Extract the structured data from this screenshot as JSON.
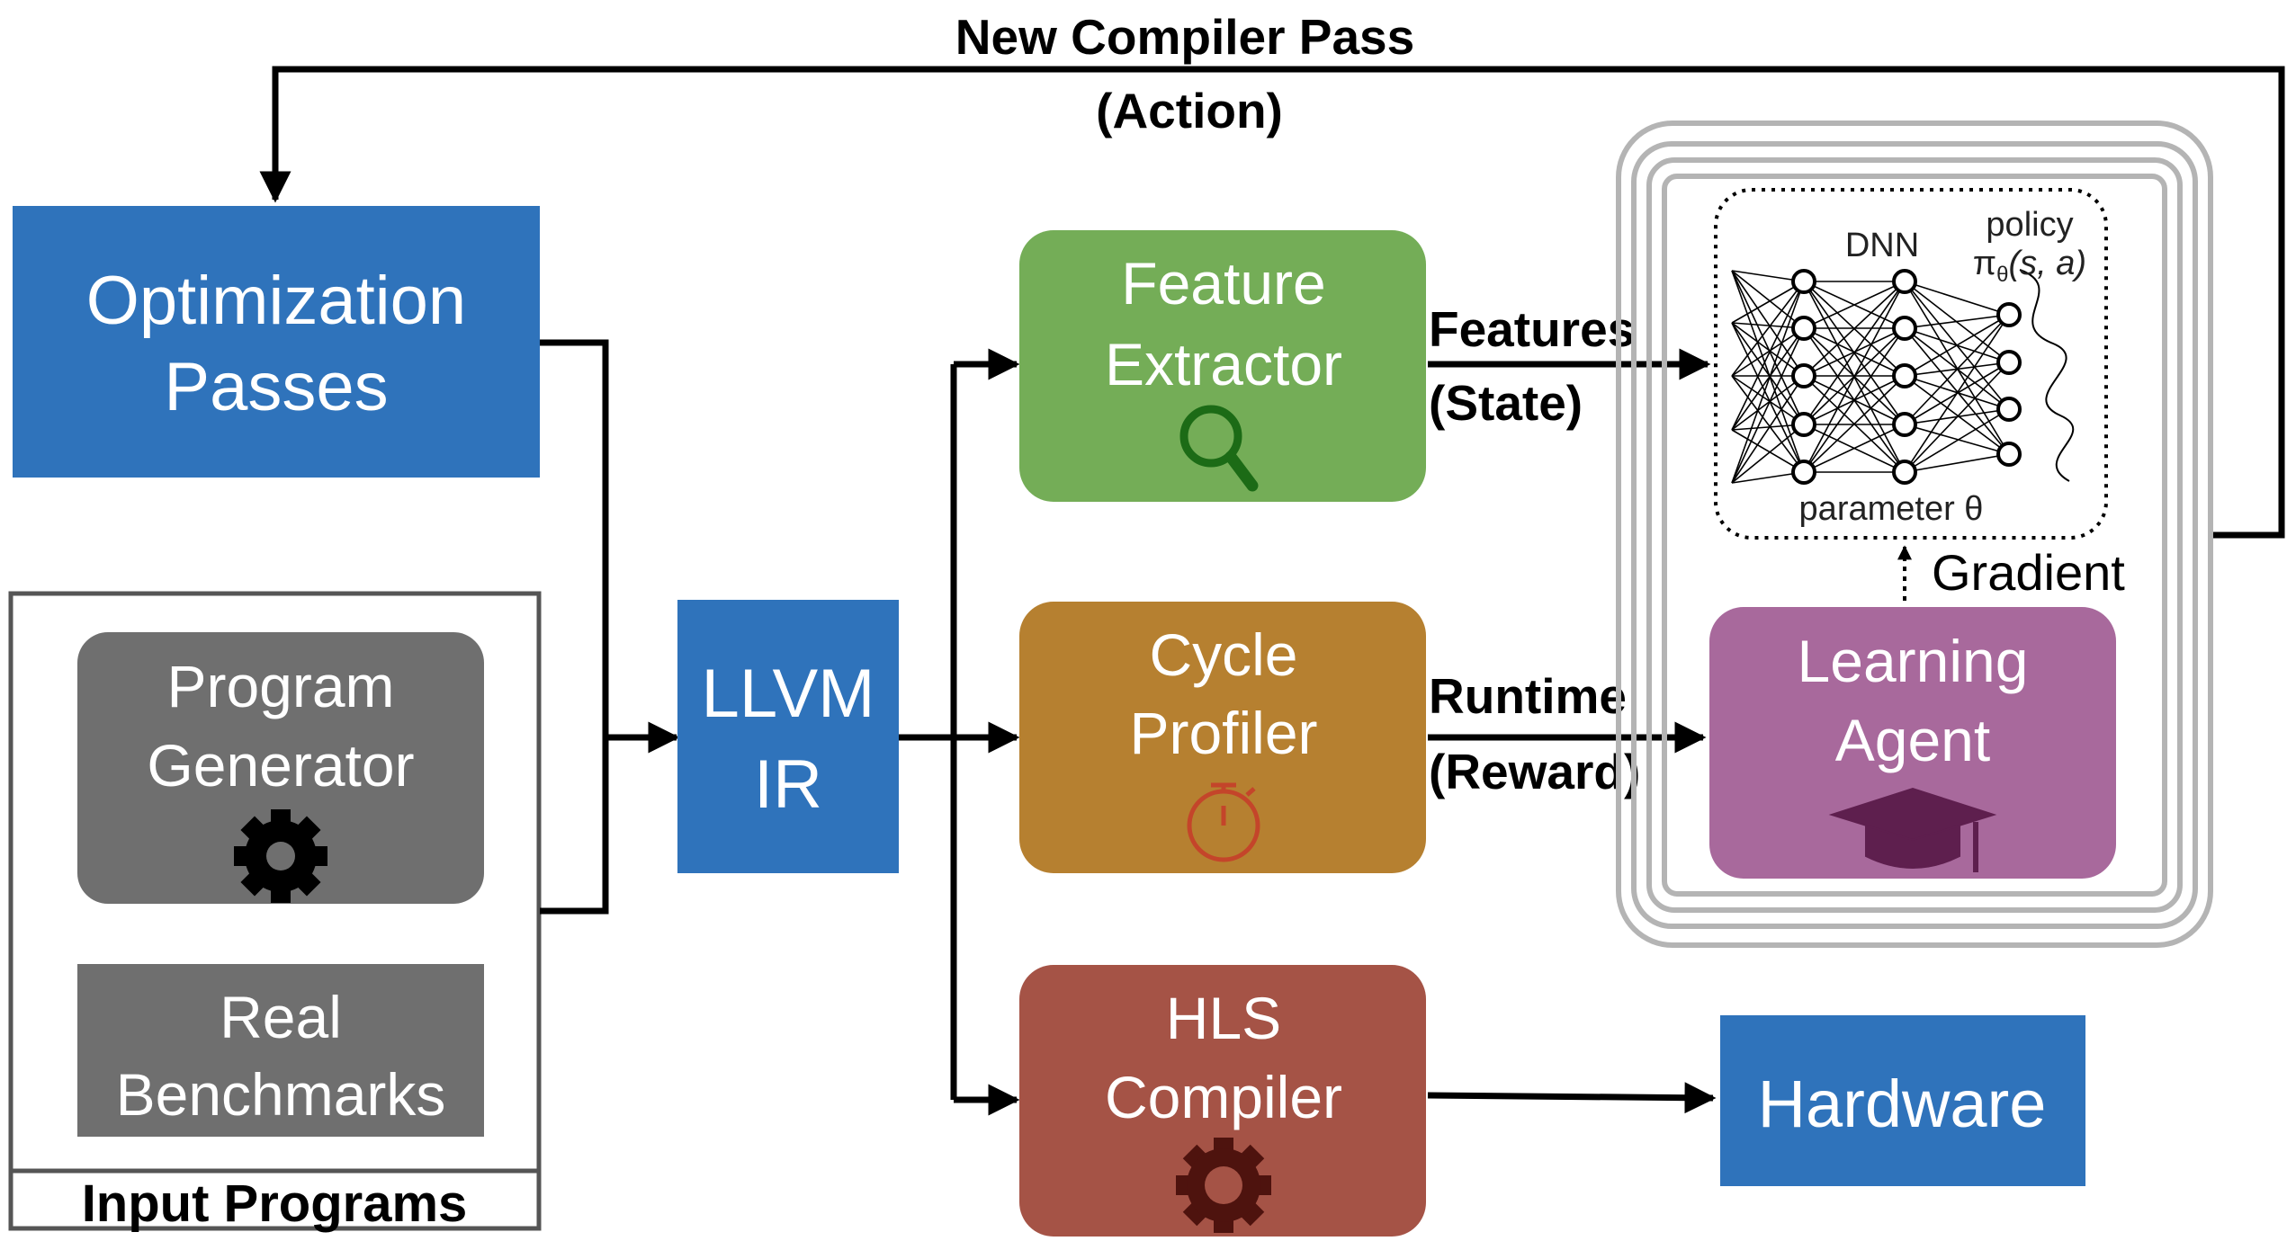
{
  "top_label": {
    "line1": "New Compiler Pass",
    "line2": "(Action)"
  },
  "optimization_passes": {
    "line1": "Optimization",
    "line2": "Passes",
    "color": "#2f73bb"
  },
  "input_programs": {
    "title": "Input Programs",
    "program_generator": {
      "line1": "Program",
      "line2": "Generator",
      "icon": "gear-icon",
      "color": "#6f6f6f"
    },
    "real_benchmarks": {
      "line1": "Real",
      "line2": "Benchmarks",
      "color": "#6f6f6f"
    }
  },
  "llvm_ir": {
    "line1": "LLVM",
    "line2": "IR",
    "color": "#2f73bb"
  },
  "feature_extractor": {
    "line1": "Feature",
    "line2": "Extractor",
    "icon": "magnifier-icon",
    "color": "#74ad57"
  },
  "cycle_profiler": {
    "line1": "Cycle",
    "line2": "Profiler",
    "icon": "stopwatch-icon",
    "color": "#b68030"
  },
  "hls_compiler": {
    "line1": "HLS",
    "line2": "Compiler",
    "icon": "gear-icon",
    "color": "#a55346"
  },
  "features_label": {
    "line1": "Features",
    "line2": "(State)"
  },
  "runtime_label": {
    "line1": "Runtime",
    "line2": "(Reward)"
  },
  "dnn": {
    "title": "DNN",
    "policy_line1": "policy",
    "policy_symbol": "π",
    "policy_sub": "θ",
    "policy_args": "(s, a)",
    "parameter": "parameter θ"
  },
  "gradient_label": "Gradient",
  "learning_agent": {
    "line1": "Learning",
    "line2": "Agent",
    "icon": "graduation-cap-icon",
    "color": "#a8699c"
  },
  "hardware": {
    "label": "Hardware",
    "color": "#2f73bb"
  }
}
